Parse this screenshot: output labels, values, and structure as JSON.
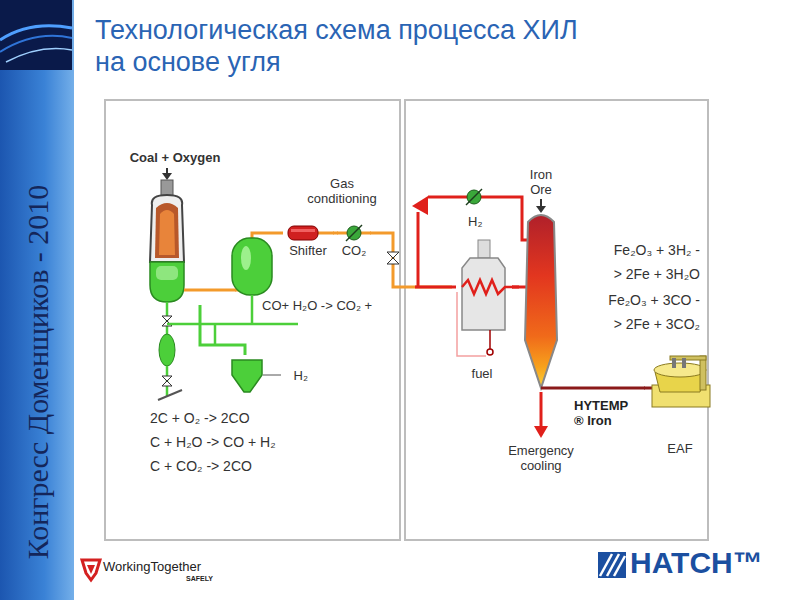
{
  "diagram": {
    "title": "Технологическая схема процесса ХИЛ на основе угля",
    "nodes": [
      {
        "text": [
          "Coal + Oxygen"
        ]
      },
      {
        "text": [
          "Shifter"
        ]
      },
      {
        "text": [
          "CO₂"
        ]
      },
      {
        "text": [
          "H₂"
        ]
      },
      {
        "text": [
          "fuel"
        ]
      },
      {
        "text": [
          "Iron Ore"
        ]
      },
      {
        "text": [
          "EAF"
        ]
      }
    ],
    "edges": [
      {
        "from": 0,
        "to": 1,
        "arrow": "none"
      },
      {
        "from": 1,
        "to": 2,
        "arrow": "none"
      },
      {
        "from": 2,
        "to": 4,
        "arrow": "none"
      },
      {
        "from": 4,
        "to": 5,
        "arrow": "none"
      },
      {
        "from": 5,
        "to": 6,
        "arrow": "none"
      },
      {
        "from": 0,
        "to": 3,
        "arrow": "none"
      }
    ],
    "labels": [
      "Конгресс Доменщиков - 2010",
      "Gas conditioning",
      "CO+ H₂O -> CO₂ +",
      "2C + O₂ -> 2CO",
      "C + H₂O -> CO + H₂",
      "C + CO₂ -> 2CO",
      "H₂",
      "Fe₂O₃ + 3H₂ -> 2Fe + 3H₂O",
      "Fe₂O₃ + 3CO -> 2Fe + 3CO₂",
      "HYTEMP ® Iron",
      "Emergency cooling",
      "WorkingTogether",
      "SAFELY",
      "HATCH™"
    ]
  }
}
